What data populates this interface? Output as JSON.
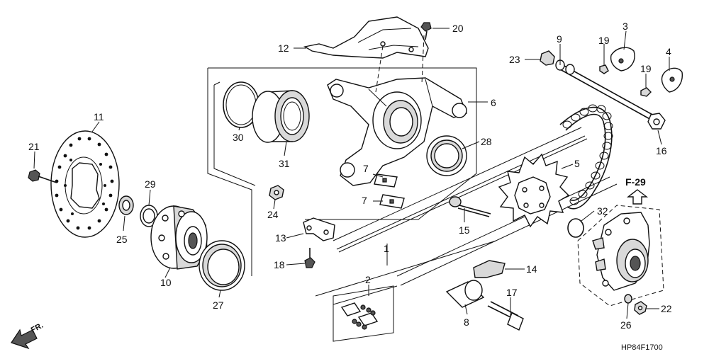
{
  "callouts": [
    {
      "id": "c1",
      "text": "1"
    },
    {
      "id": "c2",
      "text": "2"
    },
    {
      "id": "c3",
      "text": "3"
    },
    {
      "id": "c4",
      "text": "4"
    },
    {
      "id": "c5",
      "text": "5"
    },
    {
      "id": "c6",
      "text": "6"
    },
    {
      "id": "c7a",
      "text": "7"
    },
    {
      "id": "c7b",
      "text": "7"
    },
    {
      "id": "c8",
      "text": "8"
    },
    {
      "id": "c9",
      "text": "9"
    },
    {
      "id": "c10",
      "text": "10"
    },
    {
      "id": "c11",
      "text": "11"
    },
    {
      "id": "c12",
      "text": "12"
    },
    {
      "id": "c13",
      "text": "13"
    },
    {
      "id": "c14",
      "text": "14"
    },
    {
      "id": "c15",
      "text": "15"
    },
    {
      "id": "c16",
      "text": "16"
    },
    {
      "id": "c17",
      "text": "17"
    },
    {
      "id": "c18",
      "text": "18"
    },
    {
      "id": "c19a",
      "text": "19"
    },
    {
      "id": "c19b",
      "text": "19"
    },
    {
      "id": "c20",
      "text": "20"
    },
    {
      "id": "c21",
      "text": "21"
    },
    {
      "id": "c22",
      "text": "22"
    },
    {
      "id": "c23",
      "text": "23"
    },
    {
      "id": "c24",
      "text": "24"
    },
    {
      "id": "c25",
      "text": "25"
    },
    {
      "id": "c26",
      "text": "26"
    },
    {
      "id": "c27",
      "text": "27"
    },
    {
      "id": "c28",
      "text": "28"
    },
    {
      "id": "c29",
      "text": "29"
    },
    {
      "id": "c30",
      "text": "30"
    },
    {
      "id": "c31",
      "text": "31"
    },
    {
      "id": "c32",
      "text": "32"
    }
  ],
  "reference": "F-29",
  "direction_label": "FR.",
  "diagram_code": "HP84F1700",
  "colors": {
    "ink": "#111111",
    "background": "#ffffff",
    "fill": "#d9d9d9"
  }
}
